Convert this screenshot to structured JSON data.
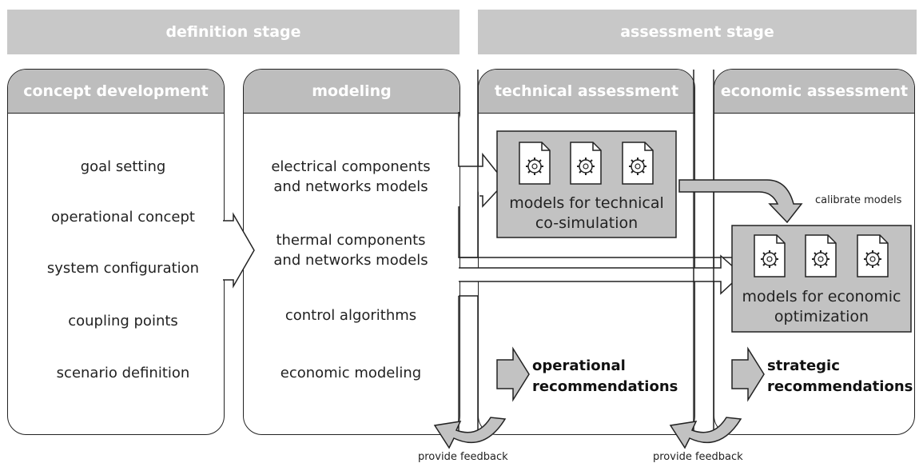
{
  "stages": {
    "definition": "definition stage",
    "assessment": "assessment stage"
  },
  "panels": {
    "concept": {
      "title": "concept development",
      "items": [
        "goal setting",
        "operational concept",
        "system configuration",
        "coupling points",
        "scenario definition"
      ]
    },
    "modeling": {
      "title": "modeling",
      "items": [
        "electrical components",
        "and networks models",
        "thermal components",
        "and networks models",
        "control algorithms",
        "economic modeling"
      ]
    },
    "technical": {
      "title": "technical assessment",
      "box_line1": "models for technical",
      "box_line2": "co-simulation",
      "rec_line1": "operational",
      "rec_line2": "recommendations"
    },
    "economic": {
      "title": "economic assessment",
      "box_line1": "models for economic",
      "box_line2": "optimization",
      "rec_line1": "strategic",
      "rec_line2": "recommendations"
    }
  },
  "annotations": {
    "calibrate": "calibrate models",
    "feedback_left": "provide feedback",
    "feedback_right": "provide feedback"
  },
  "icons": [
    "document-gear-icon"
  ],
  "colors": {
    "header_gray": "#bdbdbd",
    "box_gray": "#c2c2c2",
    "stage_gray": "#c8c8c8"
  }
}
